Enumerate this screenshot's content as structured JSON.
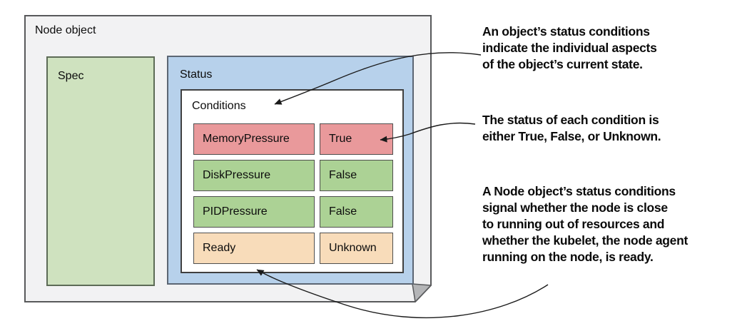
{
  "diagram": {
    "node_object_label": "Node object",
    "spec_label": "Spec",
    "status_label": "Status",
    "conditions_label": "Conditions",
    "condition_rows": [
      {
        "name": "MemoryPressure",
        "value": "True",
        "state": "red"
      },
      {
        "name": "DiskPressure",
        "value": "False",
        "state": "green"
      },
      {
        "name": "PIDPressure",
        "value": "False",
        "state": "green"
      },
      {
        "name": "Ready",
        "value": "Unknown",
        "state": "orange"
      }
    ]
  },
  "annotations": [
    {
      "text": "An object’s status conditions\nindicate the individual aspects\nof the object’s current state."
    },
    {
      "text": "The status of each condition is\neither True, False, or Unknown."
    },
    {
      "text": "A Node object’s status conditions\nsignal whether the node is close\nto running out of resources and\nwhether the kubelet, the node agent\nrunning on the node, is ready."
    }
  ],
  "colors": {
    "document_fill": "#f2f2f3",
    "document_border": "#58595b",
    "fold_fill": "#b4b5b7",
    "spec_fill": "#cfe2bf",
    "status_fill": "#b7d1eb",
    "conditions_fill": "#ffffff",
    "condition_red": "#e9999b",
    "condition_green": "#acd295",
    "condition_orange": "#f8dcba",
    "arrow_color": "#1a1a1a"
  }
}
